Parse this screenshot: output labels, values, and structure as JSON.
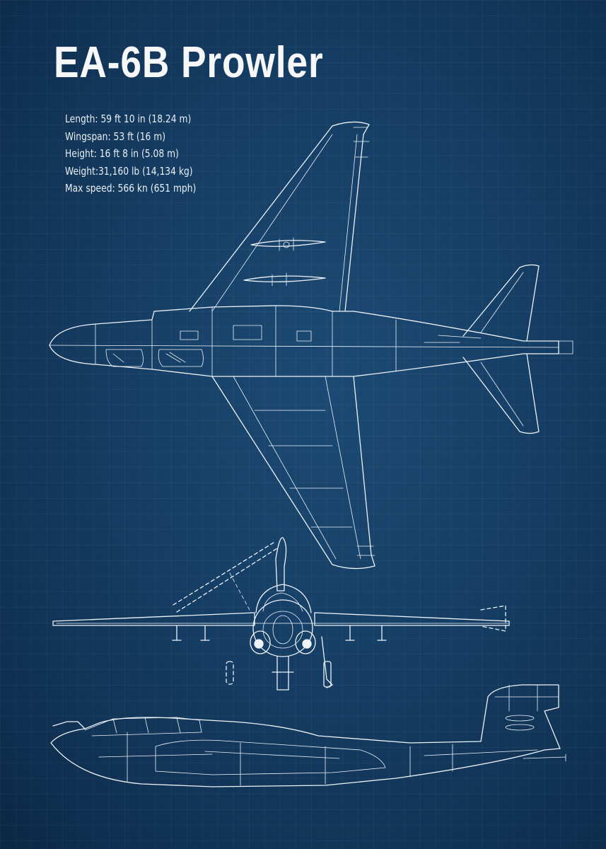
{
  "poster": {
    "title": "EA-6B Prowler",
    "specs": [
      {
        "label": "Length",
        "text": "Length: 59 ft 10 in (18.24 m)"
      },
      {
        "label": "Wingspan",
        "text": "Wingspan: 53 ft (16 m)"
      },
      {
        "label": "Height",
        "text": "Height:  16 ft 8 in (5.08 m)"
      },
      {
        "label": "Weight",
        "text": "Weight:31,160 lb (14,134 kg)"
      },
      {
        "label": "Max speed",
        "text": "Max speed: 566 kn (651 mph)"
      }
    ],
    "views": [
      "top-view",
      "front-view",
      "side-view"
    ],
    "colors": {
      "background": "#163f66",
      "lines": "#eef3f8"
    }
  }
}
